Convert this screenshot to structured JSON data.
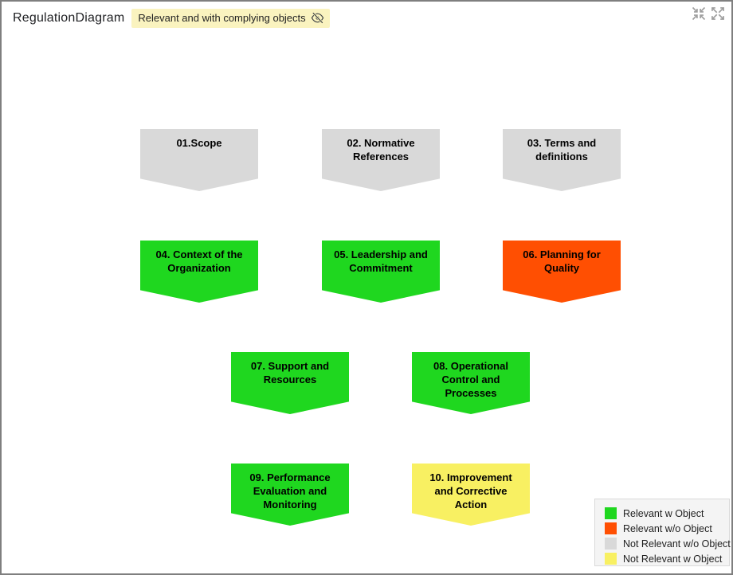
{
  "header": {
    "title": "RegulationDiagram",
    "filter_badge": {
      "label": "Relevant and with complying objects",
      "icon": "eye-off-icon",
      "color_key": "badge_bg"
    },
    "window_icons": [
      {
        "name": "collapse-icon"
      },
      {
        "name": "expand-icon"
      }
    ]
  },
  "colors": {
    "relevant_w_object": "#1fd71f",
    "relevant_wo_object": "#ff4f02",
    "not_relevant_wo_object": "#d9d9d9",
    "not_relevant_w_object": "#f8f062",
    "badge_bg": "#faf3bf",
    "icon_gray": "#9e9e9e"
  },
  "diagram": {
    "nodes": [
      {
        "label": "01.Scope",
        "status": "not_relevant_wo_object"
      },
      {
        "label": "02. Normative References",
        "status": "not_relevant_wo_object"
      },
      {
        "label": "03. Terms and definitions",
        "status": "not_relevant_wo_object"
      },
      {
        "label": "04. Context of the Organization",
        "status": "relevant_w_object"
      },
      {
        "label": "05. Leadership and Commitment",
        "status": "relevant_w_object"
      },
      {
        "label": "06. Planning for Quality",
        "status": "relevant_wo_object"
      },
      {
        "label": "07. Support and Resources",
        "status": "relevant_w_object"
      },
      {
        "label": "08. Operational Control and Processes",
        "status": "relevant_w_object"
      },
      {
        "label": "09. Performance Evaluation and Monitoring",
        "status": "relevant_w_object"
      },
      {
        "label": "10. Improvement and Corrective Action",
        "status": "not_relevant_w_object"
      }
    ]
  },
  "legend": {
    "items": [
      {
        "label": "Relevant w Object",
        "color_key": "relevant_w_object"
      },
      {
        "label": "Relevant w/o Object",
        "color_key": "relevant_wo_object"
      },
      {
        "label": "Not Relevant w/o Object",
        "color_key": "not_relevant_wo_object"
      },
      {
        "label": "Not Relevant w Object",
        "color_key": "not_relevant_w_object"
      }
    ]
  }
}
